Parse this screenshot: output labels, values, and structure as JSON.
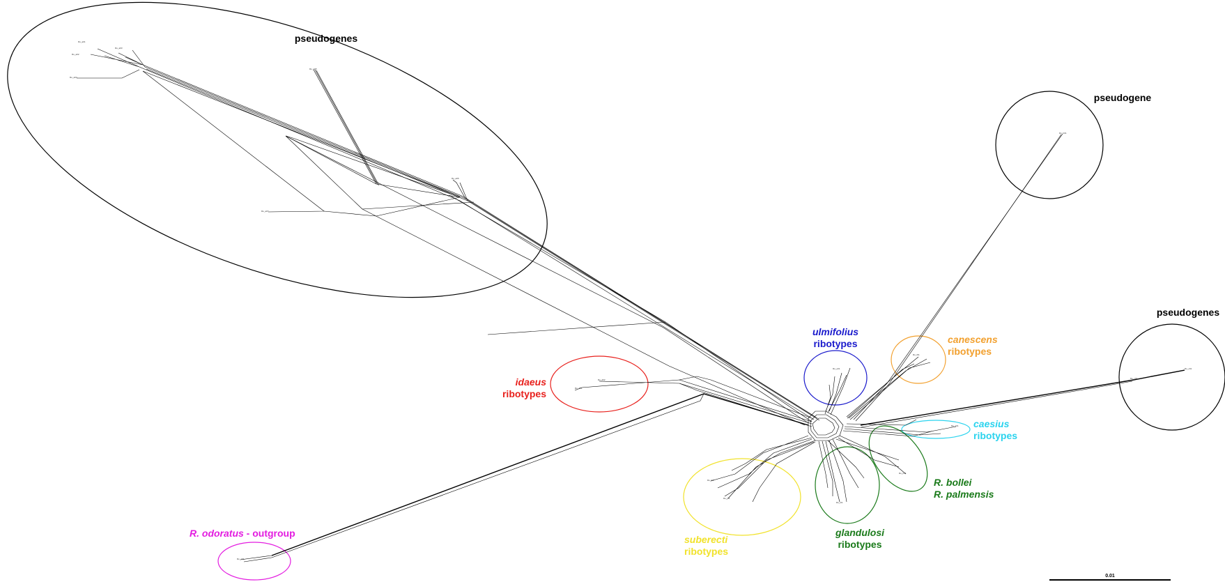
{
  "labels": {
    "pseudogenes_top": "pseudogenes",
    "pseudogene_right": "pseudogene",
    "pseudogenes_right": "pseudogenes",
    "ulmifolius_1": "ulmifolius",
    "ulmifolius_2": "ribotypes",
    "canescens_1": "canescens",
    "canescens_2": "ribotypes",
    "idaeus_1": "idaeus",
    "idaeus_2": "ribotypes",
    "caesius_1": "caesius",
    "caesius_2": "ribotypes",
    "bollei": "R. bollei",
    "palmensis": "R. palmensis",
    "glandulosi_1": "glandulosi",
    "glandulosi_2": "ribotypes",
    "suberecti_1": "suberecti",
    "suberecti_2": "ribotypes",
    "odoratus_italic": "R. odoratus",
    "odoratus_rest": " - outgroup"
  },
  "scale_bar": {
    "label": "0.01"
  },
  "colors": {
    "ulmifolius": "#1a1acc",
    "canescens": "#f2a02e",
    "idaeus": "#e8211d",
    "caesius": "#2ad3ee",
    "green": "#1a7a1a",
    "suberecti": "#f1e22b",
    "odoratus": "#e31ce0",
    "ink": "#000000"
  }
}
